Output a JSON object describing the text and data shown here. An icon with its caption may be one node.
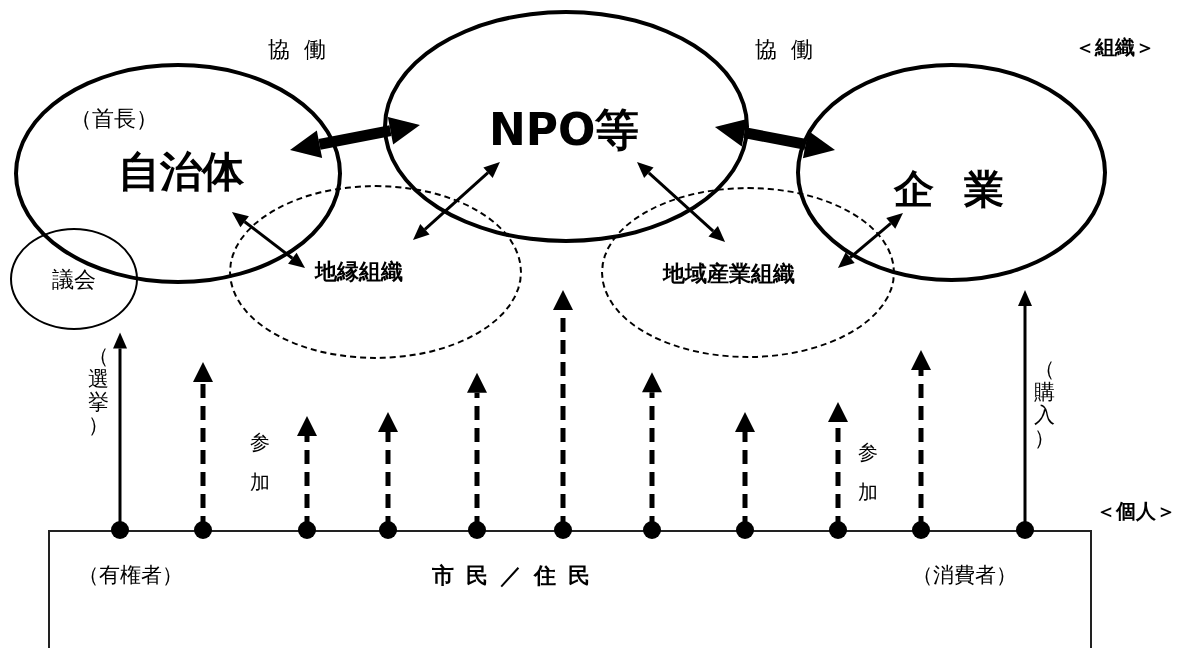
{
  "diagram": {
    "nodes": [
      {
        "text": [
          "（首長）",
          "自治体"
        ]
      },
      {
        "text": [
          "議会"
        ]
      },
      {
        "text": [
          "NPO等"
        ]
      },
      {
        "text": [
          "地縁組織"
        ]
      },
      {
        "text": [
          "地域産業組織"
        ]
      },
      {
        "text": [
          "企業"
        ]
      },
      {
        "text": [
          "（有権者）",
          "市民／住民",
          "（消費者）"
        ]
      }
    ],
    "edges": [
      {
        "from": 0,
        "to": 2,
        "arrow": "both",
        "style": "thick",
        "label": "協働"
      },
      {
        "from": 2,
        "to": 5,
        "arrow": "both",
        "style": "thick",
        "label": "協働"
      },
      {
        "from": 0,
        "to": 3,
        "arrow": "both"
      },
      {
        "from": 2,
        "to": 3,
        "arrow": "both"
      },
      {
        "from": 2,
        "to": 4,
        "arrow": "both"
      },
      {
        "from": 5,
        "to": 4,
        "arrow": "both"
      },
      {
        "from": 6,
        "to": 1,
        "arrow": "to",
        "label": "（選挙）"
      },
      {
        "from": 6,
        "to": 3,
        "arrow": "to",
        "style": "dashed"
      },
      {
        "from": 6,
        "to": null,
        "arrow": "to",
        "style": "dashed"
      },
      {
        "from": 6,
        "to": null,
        "arrow": "to",
        "style": "dashed"
      },
      {
        "from": 6,
        "to": 3,
        "arrow": "to",
        "style": "dashed"
      },
      {
        "from": 6,
        "to": 4,
        "arrow": "to",
        "style": "dashed"
      },
      {
        "from": 6,
        "to": 4,
        "arrow": "to",
        "style": "dashed"
      },
      {
        "from": 6,
        "to": null,
        "arrow": "to",
        "style": "dashed"
      },
      {
        "from": 6,
        "to": null,
        "arrow": "to",
        "style": "dashed"
      },
      {
        "from": 6,
        "to": 4,
        "arrow": "to",
        "style": "dashed"
      },
      {
        "from": 6,
        "to": 5,
        "arrow": "to",
        "label": "（購入）"
      }
    ],
    "labels": [
      "＜組織＞",
      "参加",
      "参加",
      "＜個人＞"
    ]
  }
}
